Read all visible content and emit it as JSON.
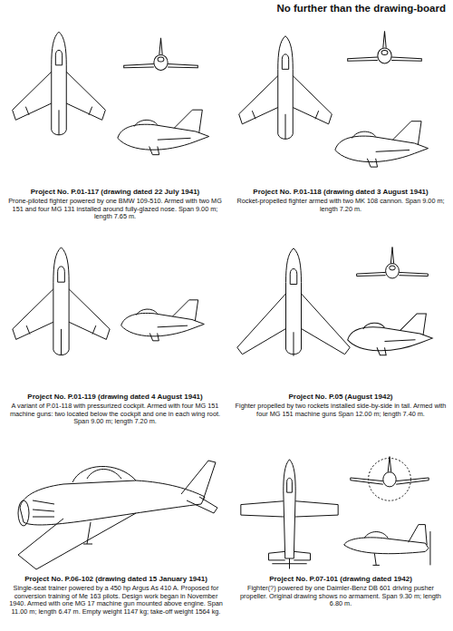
{
  "diagram": {
    "title": "No further than the drawing-board",
    "labels": [
      "Project No. P.01-117 (drawing dated 22 July 1941)",
      "Prone-piloted fighter powered by one BMW 109-510. Armed with two MG 151 and four MG 131 installed around fully-glazed nose. Span 9.00 m; length 7.65 m.",
      "Project No. P.01-118 (drawing dated 3 August 1941)",
      "Rocket-propelled fighter armed with two MK 108 cannon. Span 9.00 m; length 7.20 m.",
      "Project No. P.01-119 (drawing dated 4 August 1941)",
      "A variant of P.01-118 with pressurized cockpit. Armed with four MG 151 machine guns: two located below the cockpit and one in each wing root. Span 9.00 m; length 7.20 m.",
      "Project No. P.05 (August 1942)",
      "Fighter propelled by two rockets installed side-by-side in tail. Armed with four MG 151 machine guns Span 12.00 m; length 7.40 m.",
      "Project No. P.06-102 (drawing dated 15 January 1941)",
      "Single-seat trainer powered by a 450 hp Argus As 410 A. Proposed for conversion training of Me 163 pilots. Design work began in November 1940. Armed with one MG 17 machine gun mounted above engine. Span 11.00 m; length 6.47 m. Empty weight 1147 kg; take-off weight 1564 kg.",
      "Project No. P.07-101 (drawing dated 1942)",
      "Fighter(?) powered by one Daimler-Benz DB 601 driving pusher propeller. Original drawing shows no armament. Span 9.30 m; length 6.80 m."
    ]
  }
}
